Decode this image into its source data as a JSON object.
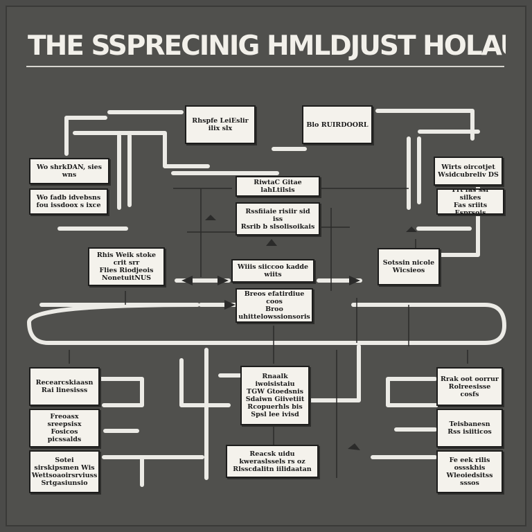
{
  "title": "THE SSPRECINIG HMLDJUST HOLAUSTVIROHS.",
  "boxes": {
    "top_center_left": "Rhspfe LeiEslir ilix slx",
    "top_center_right": "Blo RUIRDOORL",
    "left_row1": "Wo shrkDAN, sies wns",
    "left_row2": "Wo fadb idvebsns\nfou issdoox s ixce",
    "center_row1_header": "RiwtaC Gitae lahLtilsis",
    "center_row1_body": "Rssfiiaie risiir sid iss\nRsrib b slsolisoikais",
    "right_row1": "Wirts  oircotjet\nWsidcubreliv DS",
    "right_row2": "Frt fas ssf silkes\nFas sriits Esprsois",
    "left_mid": "Rhis Weik stoke crit  srr\nFlies Riodjeois\nNonetuitNUS",
    "center_mid_header": "Wiiis siiccoo kadde wiits",
    "right_mid": "Sotssin nicole\nWicsieos",
    "center_main": "Breos efatirdiue coos\nBroo uhittelowssionsoris",
    "bottom_center_top": "Rnaalk iwoisistaiu\nTGW Gtoedsnis\nSdaiwn Giivetiit\nRcopuerhls bis\nSpsl lee ivisd",
    "bottom_center_bottom": "Reacsk uidu kweraslssels rs oz\nRlsscdalitn iilidaatan",
    "left_bot1": "Recearcskiaasn\nRai linesisss",
    "left_bot2": "Freoasx sreepsisx\nFosicos picssalds",
    "left_bot3": "Sotei sirskipsmen Wis\nWettsoaoirsrviuss\nSrtgasiunsio",
    "right_bot1": "Rrak oot  oorrur\nRolreesisse cosfs",
    "right_bot2": "Teisbanesn\nRss isiiticos",
    "right_bot3": "Fe eek rilis ossskhis\nWleoiedsitss sssos"
  }
}
